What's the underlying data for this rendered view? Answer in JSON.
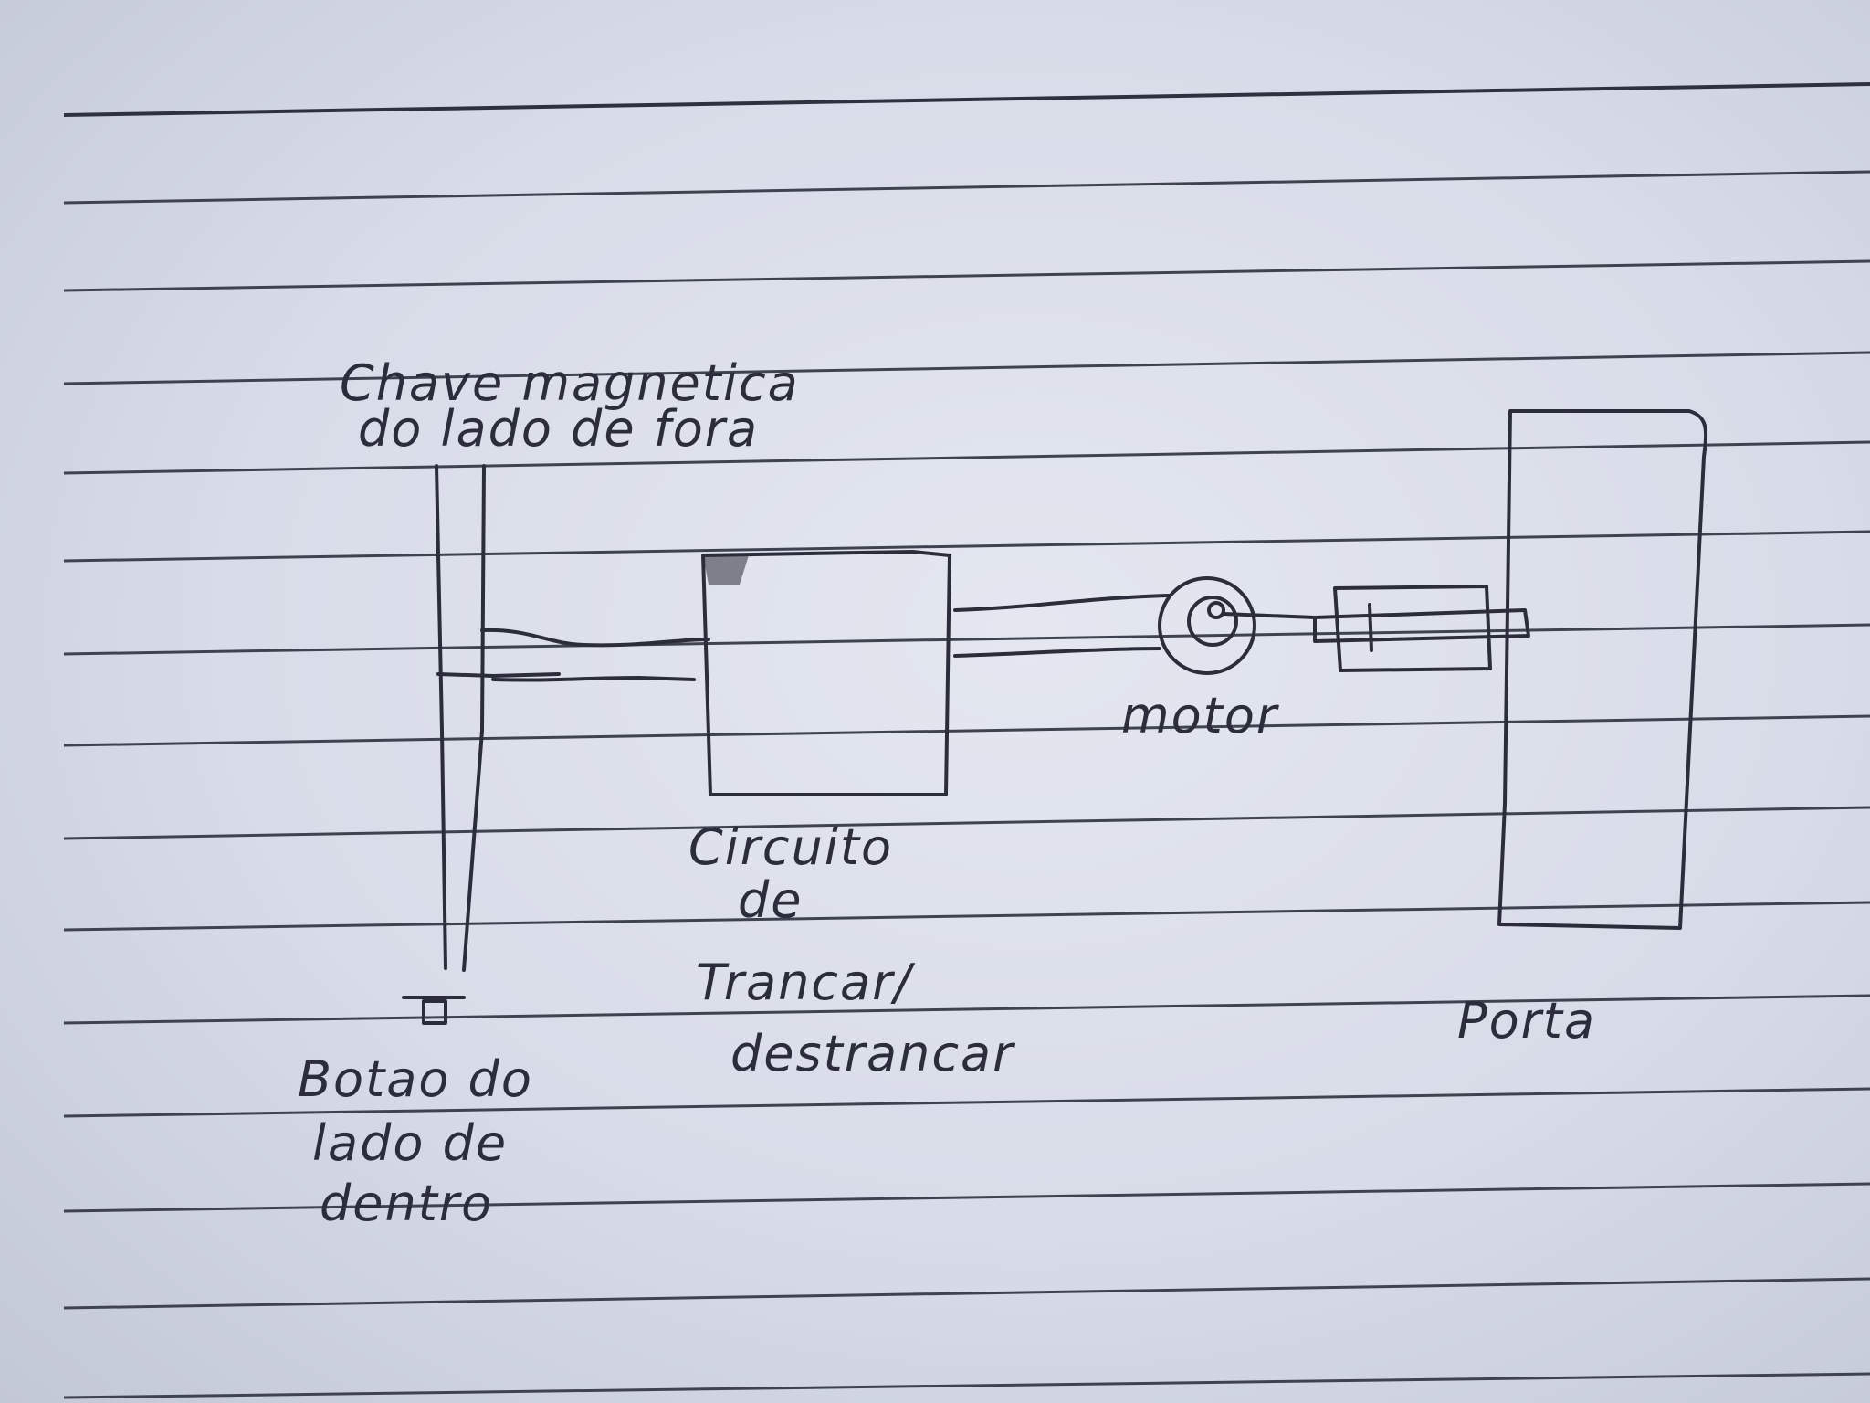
{
  "labels": {
    "switch_line1": "Chave magnetica",
    "switch_line2": "do lado de fora",
    "circuit_line1": "Circuito",
    "circuit_line2": "de",
    "circuit_line3": "Trancar/",
    "circuit_line4": "destrancar",
    "motor": "motor",
    "door": "Porta",
    "button_line1": "Botao do",
    "button_line2": "lado de",
    "button_line3": "dentro"
  },
  "colors": {
    "paper": "#dde1ec",
    "ink": "#2b2d3a",
    "rule": "#3f4350"
  }
}
